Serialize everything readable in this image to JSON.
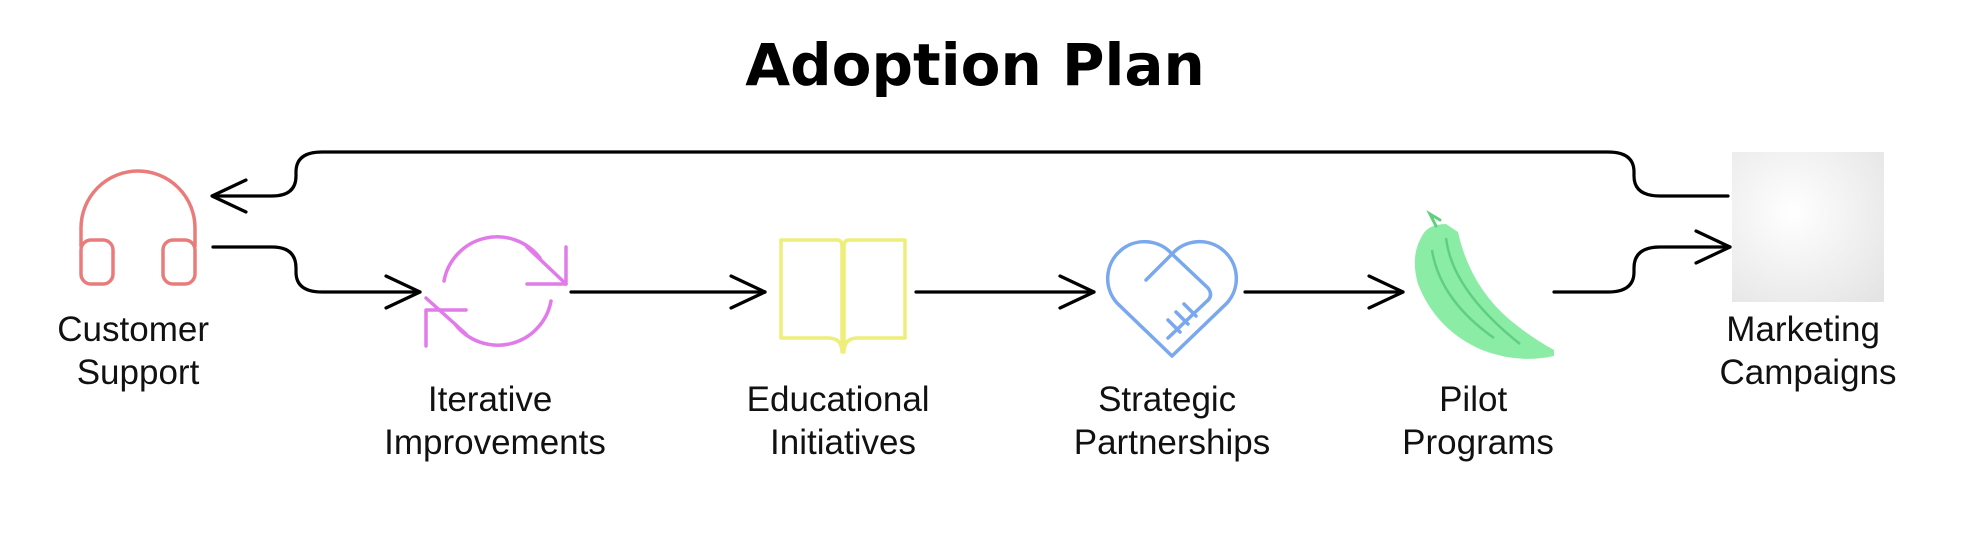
{
  "title": "Adoption Plan",
  "nodes": [
    {
      "id": "customer-support",
      "label": [
        "Customer",
        "Support"
      ],
      "icon": "headphones-icon",
      "color": "#E97B7B"
    },
    {
      "id": "iterative-improvements",
      "label": [
        "Iterative",
        "Improvements"
      ],
      "icon": "refresh-arrows-icon",
      "color": "#E27BEA"
    },
    {
      "id": "educational-initiatives",
      "label": [
        "Educational",
        "Initiatives"
      ],
      "icon": "open-book-icon",
      "color": "#EEEE7A"
    },
    {
      "id": "strategic-partnerships",
      "label": [
        "Strategic",
        "Partnerships"
      ],
      "icon": "handshake-heart-icon",
      "color": "#79A8EE"
    },
    {
      "id": "pilot-programs",
      "label": [
        "Pilot",
        "Programs"
      ],
      "icon": "pepper-horn-icon",
      "color": "#7EEA9C"
    },
    {
      "id": "marketing-campaigns",
      "label": [
        "Marketing",
        "Campaigns"
      ],
      "icon": "image-placeholder-icon",
      "color": "#EEEEEE"
    }
  ]
}
